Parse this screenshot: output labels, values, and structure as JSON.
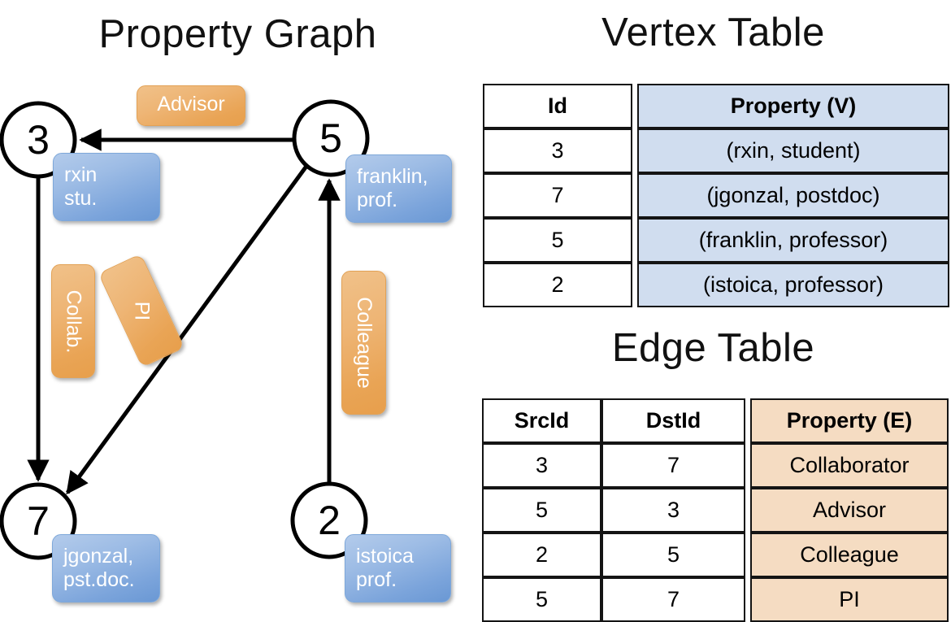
{
  "graph": {
    "title": "Property Graph",
    "nodes": [
      {
        "id": "3",
        "label_lines": [
          "rxin",
          "stu."
        ]
      },
      {
        "id": "5",
        "label_lines": [
          "franklin,",
          "prof."
        ]
      },
      {
        "id": "7",
        "label_lines": [
          "jgonzal,",
          "pst.doc."
        ]
      },
      {
        "id": "2",
        "label_lines": [
          "istoica",
          "prof."
        ]
      }
    ],
    "edge_labels": {
      "advisor": "Advisor",
      "collab": "Collab.",
      "pi": "PI",
      "colleague": "Colleague"
    }
  },
  "vertex_table": {
    "title": "Vertex Table",
    "headers": [
      "Id",
      "Property (V)"
    ],
    "rows": [
      {
        "id": "3",
        "property": "(rxin, student)"
      },
      {
        "id": "7",
        "property": "(jgonzal, postdoc)"
      },
      {
        "id": "5",
        "property": "(franklin, professor)"
      },
      {
        "id": "2",
        "property": "(istoica, professor)"
      }
    ]
  },
  "edge_table": {
    "title": "Edge Table",
    "headers": [
      "SrcId",
      "DstId",
      "Property (E)"
    ],
    "rows": [
      {
        "src": "3",
        "dst": "7",
        "property": "Collaborator"
      },
      {
        "src": "5",
        "dst": "3",
        "property": "Advisor"
      },
      {
        "src": "2",
        "dst": "5",
        "property": "Colleague"
      },
      {
        "src": "5",
        "dst": "7",
        "property": "PI"
      }
    ]
  },
  "colors": {
    "vertex_property_fill": "#d0ddef",
    "edge_property_fill": "#f5dcc2",
    "node_box_blue": "#7ba4db",
    "edge_box_orange": "#eeb575",
    "stroke": "#000000"
  }
}
